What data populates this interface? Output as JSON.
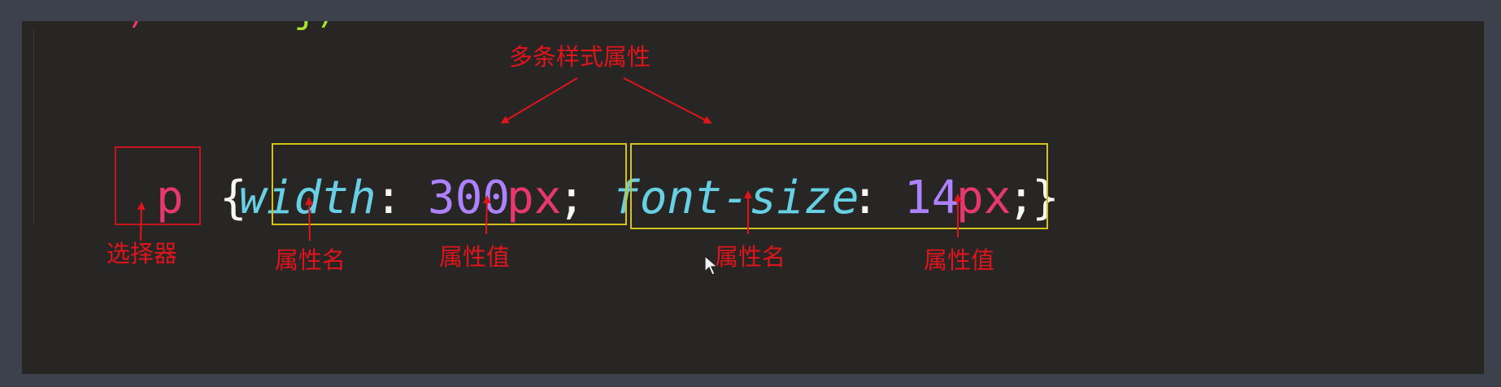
{
  "colors": {
    "background": "#3d414b",
    "editor_bg": "#272624",
    "selector": "#e7376f",
    "property": "#67d0e4",
    "number": "#ae81ff",
    "unit": "#e7376f",
    "punctuation": "#f8f8f2",
    "annotation": "#e0141b",
    "selector_box": "#c8141c",
    "declaration_box": "#d6c31a"
  },
  "code": {
    "selector": "p",
    "open_brace": "{",
    "decl1": {
      "property": "width",
      "colon": ":",
      "number": "300",
      "unit": "px",
      "semicolon": ";"
    },
    "decl2": {
      "property": "font-size",
      "colon": ":",
      "number": "14",
      "unit": "px",
      "semicolon": ";"
    },
    "close_brace": "}"
  },
  "annotations": {
    "multiple_properties": "多条样式属性",
    "selector": "选择器",
    "prop_name_1": "属性名",
    "prop_value_1": "属性值",
    "prop_name_2": "属性名",
    "prop_value_2": "属性值"
  }
}
